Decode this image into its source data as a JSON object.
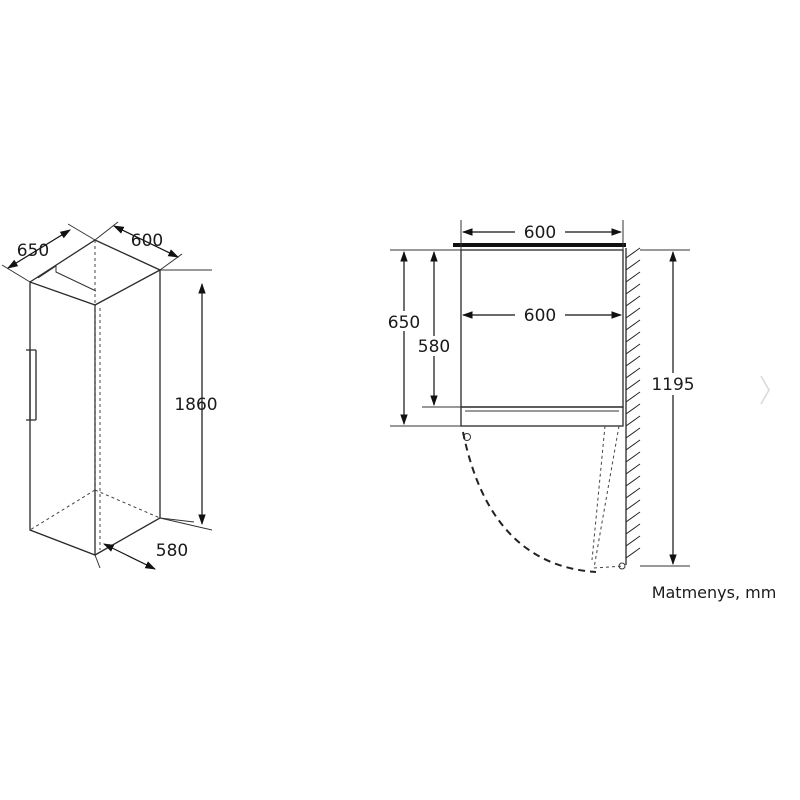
{
  "front_view": {
    "depth_label": "650",
    "width_label": "600",
    "height_label": "1860",
    "body_depth_label": "580"
  },
  "top_view": {
    "outer_width_label": "600",
    "inner_width_label": "600",
    "total_depth_label": "650",
    "body_depth_label": "580",
    "door_open_label": "1195"
  },
  "units_caption": "Matmenys, mm",
  "icons": {
    "next": "chevron-right-icon"
  },
  "colors": {
    "line": "#2a2a2a",
    "background": "#ffffff"
  }
}
